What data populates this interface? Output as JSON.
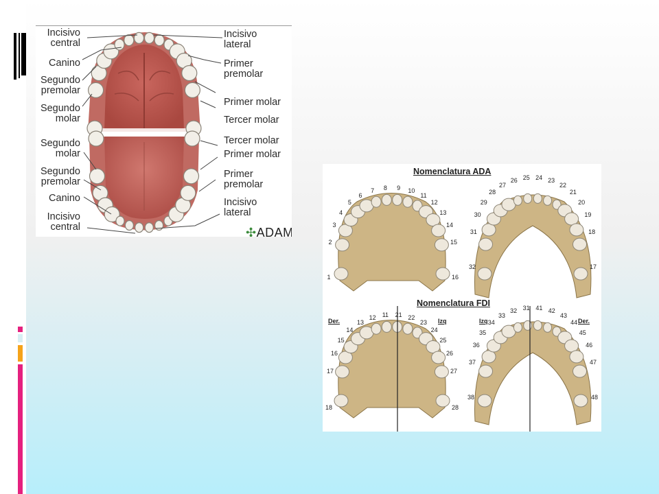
{
  "colors": {
    "accent_magenta": "#e5217f",
    "accent_orange": "#f5a31a",
    "accent_lightblue": "#d7eef3",
    "bone": "#cdb585",
    "gum": "#b4524a"
  },
  "mouth_diagram": {
    "left_labels": [
      {
        "id": "incisivo-central-sup",
        "lines": [
          "Incisivo",
          "central"
        ]
      },
      {
        "id": "canino-sup",
        "lines": [
          "Canino"
        ]
      },
      {
        "id": "segundo-premolar-sup",
        "lines": [
          "Segundo",
          "premolar"
        ]
      },
      {
        "id": "segundo-molar-sup",
        "lines": [
          "Segundo",
          "molar"
        ]
      },
      {
        "id": "segundo-molar-inf",
        "lines": [
          "Segundo",
          "molar"
        ]
      },
      {
        "id": "segundo-premolar-inf",
        "lines": [
          "Segundo",
          "premolar"
        ]
      },
      {
        "id": "canino-inf",
        "lines": [
          "Canino"
        ]
      },
      {
        "id": "incisivo-central-inf",
        "lines": [
          "Incisivo",
          "central"
        ]
      }
    ],
    "right_labels": [
      {
        "id": "incisivo-lateral-sup",
        "lines": [
          "Incisivo",
          "lateral"
        ]
      },
      {
        "id": "primer-premolar-sup",
        "lines": [
          "Primer",
          "premolar"
        ]
      },
      {
        "id": "primer-molar-sup",
        "lines": [
          "Primer molar"
        ]
      },
      {
        "id": "tercer-molar-sup",
        "lines": [
          "Tercer molar"
        ]
      },
      {
        "id": "tercer-molar-inf",
        "lines": [
          "Tercer molar"
        ]
      },
      {
        "id": "primer-molar-inf",
        "lines": [
          "Primer molar"
        ]
      },
      {
        "id": "primer-premolar-inf",
        "lines": [
          "Primer",
          "premolar"
        ]
      },
      {
        "id": "incisivo-lateral-inf",
        "lines": [
          "Incisivo",
          "lateral"
        ]
      }
    ],
    "logo_text": "ADAM"
  },
  "nomenclature": {
    "ada_title": "Nomenclatura ADA",
    "fdi_title": "Nomenclatura FDI",
    "der_label": "Der.",
    "izq_label": "Izq",
    "ada_upper": [
      "1",
      "2",
      "3",
      "4",
      "5",
      "6",
      "7",
      "8",
      "9",
      "10",
      "11",
      "12",
      "13",
      "14",
      "15",
      "16"
    ],
    "ada_lower": [
      "17",
      "18",
      "19",
      "20",
      "21",
      "22",
      "23",
      "24",
      "25",
      "26",
      "27",
      "28",
      "29",
      "30",
      "31",
      "32"
    ],
    "fdi_upper": [
      "18",
      "17",
      "16",
      "15",
      "14",
      "13",
      "12",
      "11",
      "21",
      "22",
      "23",
      "24",
      "25",
      "26",
      "27",
      "28"
    ],
    "fdi_lower": [
      "38",
      "37",
      "36",
      "35",
      "34",
      "33",
      "32",
      "31",
      "41",
      "42",
      "43",
      "44",
      "45",
      "46",
      "47",
      "48"
    ]
  }
}
